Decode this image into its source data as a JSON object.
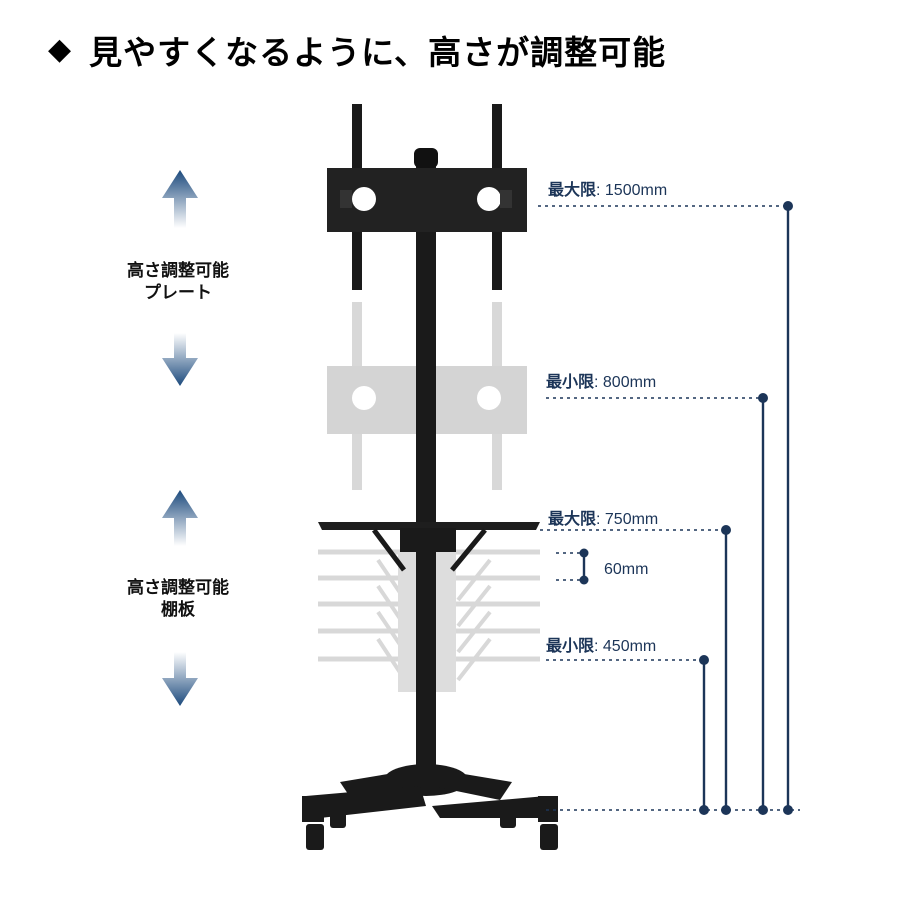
{
  "heading": {
    "bullet": "◆",
    "title": "見やすくなるように、高さが調整可能"
  },
  "plate_label": {
    "line1": "高さ調整可能",
    "line2": "プレート"
  },
  "shelf_label": {
    "line1": "高さ調整可能",
    "line2": "棚板"
  },
  "dimensions": {
    "plate_max": {
      "label": "最大限",
      "value": ": 1500mm"
    },
    "plate_min": {
      "label": "最小限",
      "value": ": 800mm"
    },
    "shelf_max": {
      "label": "最大限",
      "value": ": 750mm"
    },
    "shelf_step": {
      "value": "60mm"
    },
    "shelf_min": {
      "label": "最小限",
      "value": ": 450mm"
    }
  },
  "colors": {
    "accent": "#1c3558",
    "arrow_top": "#1c4a7d",
    "arrow_fade": "#ffffff",
    "stand": "#1a1a1a",
    "ghost": "#d6d6d6"
  }
}
